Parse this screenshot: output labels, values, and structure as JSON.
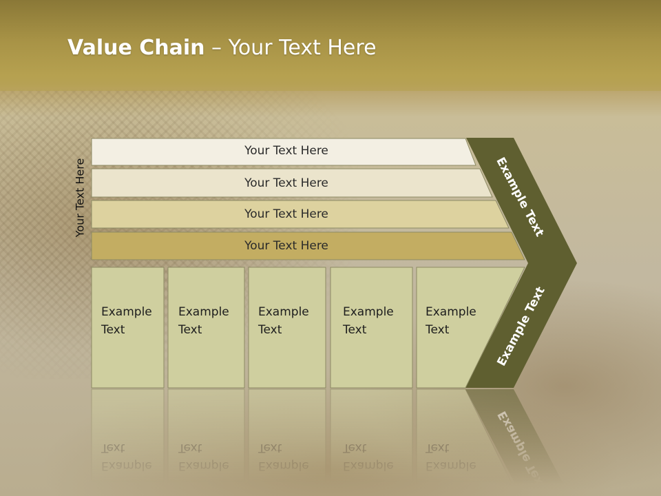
{
  "title": {
    "bold": "Value Chain",
    "rest": " – Your Text Here"
  },
  "side_label": "Your Text Here",
  "rows": [
    {
      "label": "Your Text Here"
    },
    {
      "label": "Your Text Here"
    },
    {
      "label": "Your Text Here"
    },
    {
      "label": "Your Text Here"
    }
  ],
  "columns": [
    {
      "line1": "Example",
      "line2": "Text"
    },
    {
      "line1": "Example",
      "line2": "Text"
    },
    {
      "line1": "Example",
      "line2": "Text"
    },
    {
      "line1": "Example",
      "line2": "Text"
    },
    {
      "line1": "Example",
      "line2": "Text"
    }
  ],
  "arrow": {
    "upper_label": "Example Text",
    "lower_label": "Example Text"
  },
  "colors": {
    "header": "#b6a150",
    "row_fills": [
      "#f3efe3",
      "#ebe4cc",
      "#ddd29f",
      "#c3ad62"
    ],
    "column_fill": "#cfcf9f",
    "arrow": "#5f5f30"
  }
}
